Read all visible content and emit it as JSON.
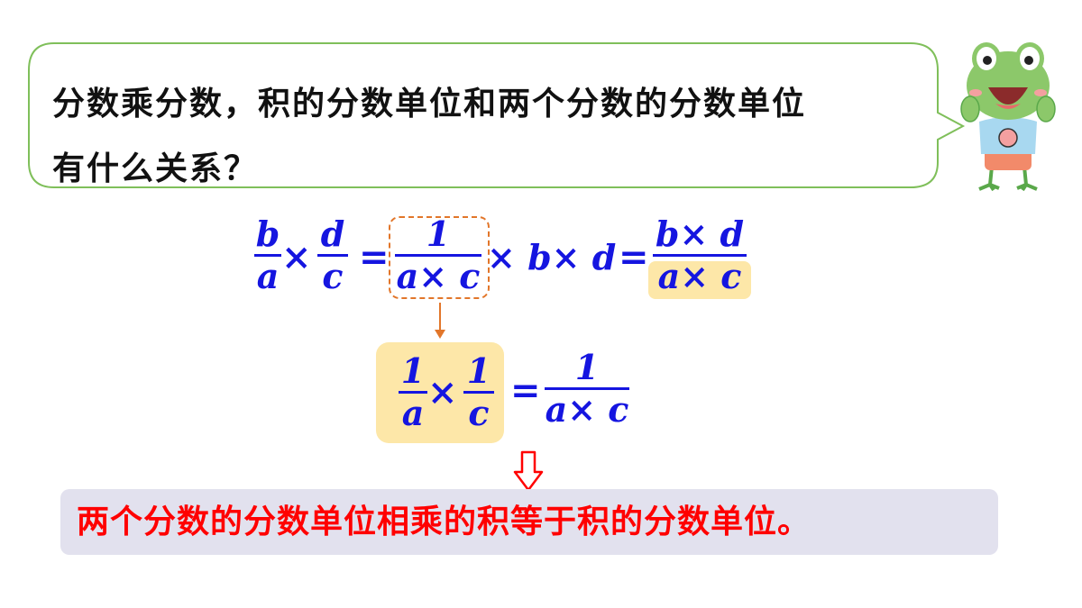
{
  "question": {
    "line1": "分数乘分数，积的分数单位和两个分数的分数单位",
    "line2": "有什么关系？"
  },
  "equation1": {
    "frac1": {
      "num": "b",
      "den": "a"
    },
    "times1": "×",
    "frac2": {
      "num": "d",
      "den": "c"
    },
    "equals1": "=",
    "frac3": {
      "num": "1",
      "den": "a× c"
    },
    "tail": "× b× d",
    "equals2": "=",
    "frac4": {
      "num": "b× d",
      "den": "a× c"
    }
  },
  "equation2": {
    "frac1": {
      "num": "1",
      "den": "a"
    },
    "times": "×",
    "frac2": {
      "num": "1",
      "den": "c"
    },
    "equals": "=",
    "frac3": {
      "num": "1",
      "den": "a× c"
    }
  },
  "conclusion": "两个分数的分数单位相乘的积等于积的分数单位。",
  "colors": {
    "math_blue": "#1515e0",
    "highlight": "#fde7a8",
    "dashed_orange": "#e2762a",
    "conclusion_red": "#ff0000",
    "conclusion_bg": "#e2e1ee",
    "bubble_border": "#7fbf5a"
  },
  "icons": {
    "frog": "frog-character-icon",
    "down_arrow": "down-arrow-icon",
    "hollow_down_arrow": "hollow-down-arrow-icon"
  }
}
